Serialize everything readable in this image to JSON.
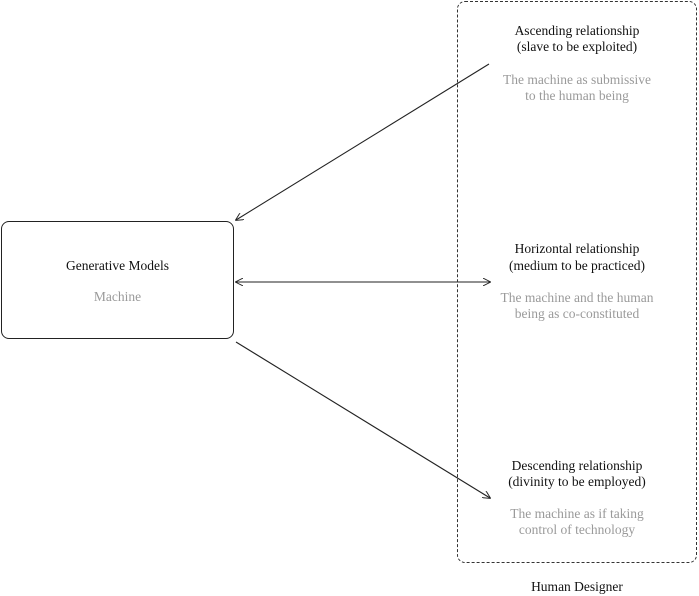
{
  "machine": {
    "title": "Generative Models",
    "subtitle": "Machine"
  },
  "human": {
    "label": "Human Designer"
  },
  "relationships": [
    {
      "title_line1": "Ascending relationship",
      "title_line2": "(slave to be exploited)",
      "desc_line1": "The machine as submissive",
      "desc_line2": "to the human being"
    },
    {
      "title_line1": "Horizontal relationship",
      "title_line2": "(medium to be practiced)",
      "desc_line1": "The machine and the human",
      "desc_line2": "being as co-constituted"
    },
    {
      "title_line1": "Descending relationship",
      "title_line2": "(divinity to be employed)",
      "desc_line1": "The machine as if taking",
      "desc_line2": "control of technology"
    }
  ],
  "colors": {
    "primary_text": "#111111",
    "secondary_text": "#9a9a9a",
    "lines": "#222222"
  }
}
